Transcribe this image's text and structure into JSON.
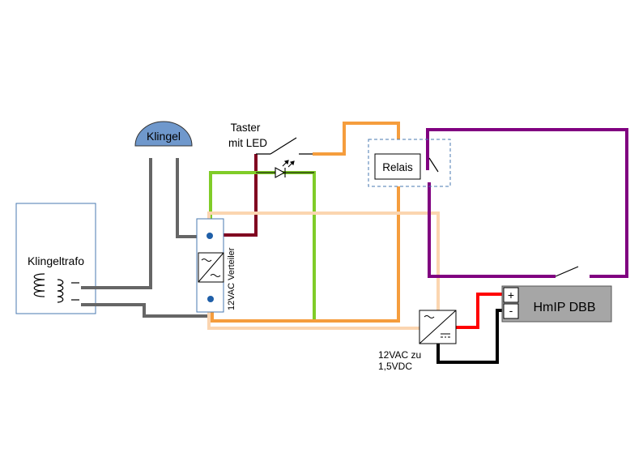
{
  "labels": {
    "trafo": "Klingeltrafo",
    "bell": "Klingel",
    "button_line1": "Taster",
    "button_line2": "mit LED",
    "relay": "Relais",
    "distributor": "12VAC Verteiler",
    "converter_line1": "12VAC zu",
    "converter_line2": "1,5VDC",
    "doorbell_unit": "HmIP DBB",
    "plus": "+",
    "minus": "-"
  },
  "colors": {
    "grey_wire": "#666666",
    "maroon_wire": "#800020",
    "green_wire": "#80cc28",
    "orange_wire": "#f59d3d",
    "peach_wire": "#fbd5b0",
    "purple_wire": "#800080",
    "red_wire": "#ff0000",
    "black_wire": "#000000",
    "bell_fill": "#6f98cc",
    "box_border": "#4a7ab0",
    "terminal_blue": "#1f5fa8",
    "dbb_fill": "#a6a6a6"
  },
  "icons": [
    "coil-icon",
    "bell-icon",
    "led-icon",
    "switch-icon",
    "ac-ac-symbol",
    "ac-dc-symbol"
  ]
}
